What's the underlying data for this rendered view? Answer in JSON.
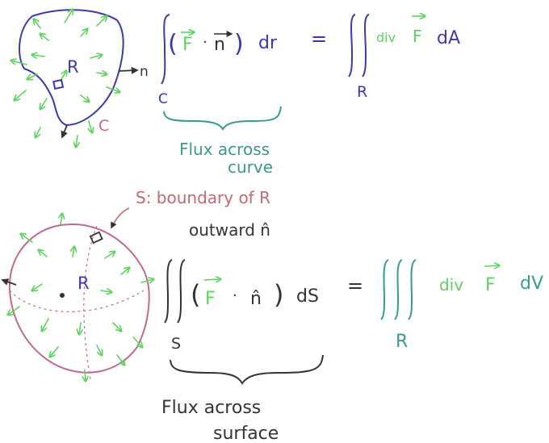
{
  "colors": {
    "blue": "#3b3aa8",
    "green": "#5fd35f",
    "teal": "#3a9a8c",
    "pink": "#c06a92",
    "pinkText": "#c26a74",
    "black": "#333333"
  },
  "top": {
    "region_label": "R",
    "curve_label": "C",
    "normal_label": "n",
    "lhs_integrand": "(F · n) dr",
    "lhs_F": "F",
    "lhs_n": "n",
    "lhs_dr": "dr",
    "lhs_limit": "C",
    "equals": "=",
    "rhs_div": "div",
    "rhs_F": "F",
    "rhs_dA": "dA",
    "rhs_limit": "R",
    "caption_line1": "Flux across",
    "caption_line2": "curve"
  },
  "bottom": {
    "region_label": "R",
    "boundary_note": "S: boundary of R",
    "outward_label": "outward n̂",
    "lhs_F": "F",
    "lhs_n": "n̂",
    "lhs_dS": "dS",
    "lhs_limit": "S",
    "equals": "=",
    "rhs_div": "div",
    "rhs_F": "F",
    "rhs_dV": "dV",
    "rhs_limit": "R",
    "caption_line1": "Flux across",
    "caption_line2": "surface"
  }
}
